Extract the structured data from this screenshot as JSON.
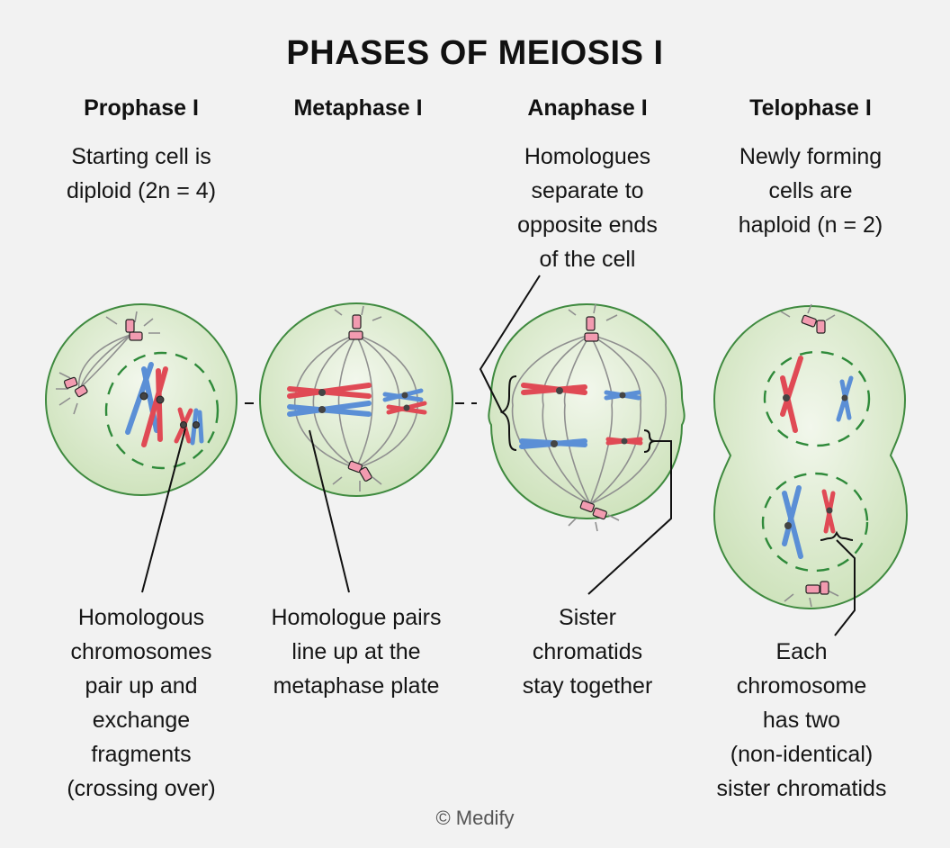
{
  "title": "PHASES OF MEIOSIS I",
  "phases": [
    {
      "name": "Prophase I",
      "top_lines": [
        "Starting cell is",
        "diploid (2n = 4)"
      ],
      "bottom_lines": [
        "Homologous",
        "chromosomes",
        "pair up and",
        "exchange",
        "fragments",
        "(crossing over)"
      ]
    },
    {
      "name": "Metaphase I",
      "top_lines": [],
      "bottom_lines": [
        "Homologue pairs",
        "line up at the",
        "metaphase plate"
      ]
    },
    {
      "name": "Anaphase I",
      "top_lines": [
        "Homologues",
        "separate to",
        "opposite ends",
        "of the cell"
      ],
      "bottom_lines": [
        "Sister",
        "chromatids",
        "stay together"
      ]
    },
    {
      "name": "Telophase I",
      "top_lines": [
        "Newly forming",
        "cells are",
        "haploid (n = 2)"
      ],
      "bottom_lines": [
        "Each",
        "chromosome",
        "has two",
        "(non-identical)",
        "sister chromatids"
      ]
    }
  ],
  "credit": "© Medify",
  "colors": {
    "cell_fill": "#dcebcf",
    "cell_stroke": "#3f8a3f",
    "nuclear_envelope": "#2f8a3a",
    "chromosome_red": "#e04a55",
    "chromosome_blue": "#5b8fd6",
    "centriole": "#f29bb0",
    "spindle": "#8a8a8a"
  }
}
